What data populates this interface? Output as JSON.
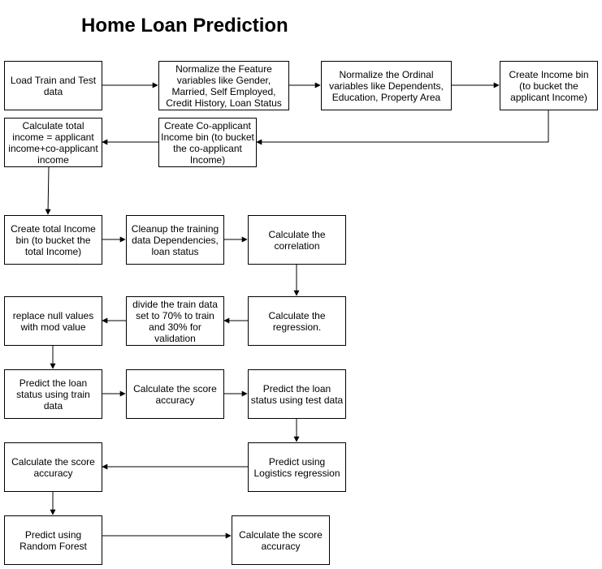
{
  "title": "Home Loan Prediction",
  "colors": {
    "stroke": "#000000",
    "fill": "#ffffff",
    "text": "#000000"
  },
  "boxes": {
    "load_data": "Load Train and Test data",
    "normalize_feature": "Normalize the Feature variables like Gender, Married, Self Employed, Credit History, Loan Status",
    "normalize_ordinal": "Normalize the Ordinal variables like Dependents, Education, Property Area",
    "income_bin": "Create Income bin (to bucket the applicant Income)",
    "coapplicant_bin": "Create Co-applicant Income bin (to bucket the co-applicant Income)",
    "total_income": "Calculate total income = applicant income+co-applicant income",
    "total_income_bin": "Create total Income bin (to bucket the total Income)",
    "cleanup": "Cleanup the training data Dependencies, loan status",
    "correlation": "Calculate the correlation",
    "regression": "Calculate the regression.",
    "divide": "divide the train data set to 70% to train and 30% for validation",
    "replace_null": "replace null values with mod value",
    "predict_train": "Predict the loan status using train data",
    "score_accuracy_1": "Calculate the score accuracy",
    "predict_test": "Predict the loan status using test data",
    "predict_logistic": "Predict using Logistics regression",
    "score_accuracy_2": "Calculate the score accuracy",
    "predict_rf": "Predict using Random Forest",
    "score_accuracy_3": "Calculate the score accuracy"
  }
}
